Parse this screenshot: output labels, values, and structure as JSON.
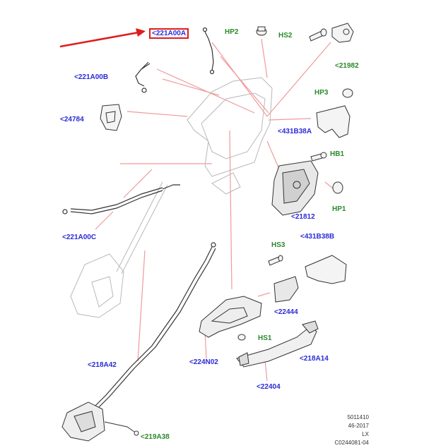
{
  "colors": {
    "leader": "#f09a9a",
    "arrow": "#e01b1b",
    "part_blue": "#2b2bd6",
    "part_green": "#2a8a2a",
    "line": "#333333",
    "ghost": "#b8b8b8"
  },
  "callouts": {
    "l221A00A": "<221A00A",
    "lHP2": "HP2",
    "lHS2": "HS2",
    "l21982": "<21982",
    "l221A00B": "<221A00B",
    "lHP3": "HP3",
    "l24784": "<24784",
    "l431B38A": "<431B38A",
    "lHB1": "HB1",
    "l21812": "<21812",
    "lHP1": "HP1",
    "l221A00C": "<221A00C",
    "l431B38B": "<431B38B",
    "lHS3": "HS3",
    "l22444": "<22444",
    "lHS1": "HS1",
    "l218A42": "<218A42",
    "l224N02": "<224N02",
    "l218A14": "<218A14",
    "l22404": "<22404",
    "l219A38": "<219A38"
  },
  "footer": {
    "line1": "5011410",
    "line2": "46-2017",
    "line3": "LX",
    "line4": "C0244081-04"
  }
}
